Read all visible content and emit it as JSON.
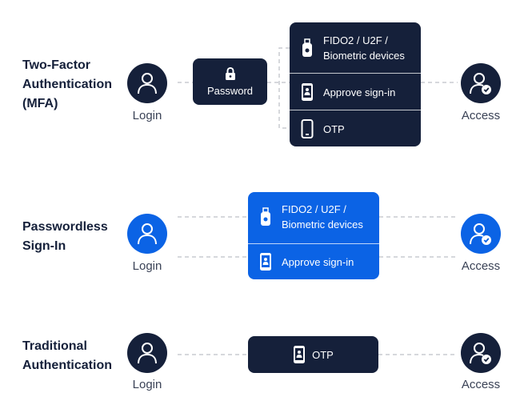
{
  "rows": [
    {
      "title": "Two-Factor\nAuthentication\n(MFA)",
      "login_label": "Login",
      "access_label": "Access",
      "password_box": {
        "label": "Password",
        "icon": "lock-icon"
      },
      "methods": [
        {
          "label": "FIDO2 / U2F /\nBiometric devices",
          "icon": "usb-key-icon"
        },
        {
          "label": "Approve sign-in",
          "icon": "phone-approve-icon"
        },
        {
          "label": "OTP",
          "icon": "smartphone-icon"
        }
      ]
    },
    {
      "title": "Passwordless\nSign-In",
      "login_label": "Login",
      "access_label": "Access",
      "methods": [
        {
          "label": "FIDO2 / U2F /\nBiometric devices",
          "icon": "usb-key-icon"
        },
        {
          "label": "Approve sign-in",
          "icon": "phone-approve-icon"
        }
      ]
    },
    {
      "title": "Traditional\nAuthentication",
      "login_label": "Login",
      "access_label": "Access",
      "methods": [
        {
          "label": "OTP",
          "icon": "phone-approve-icon"
        }
      ]
    }
  ],
  "colors": {
    "dark": "#15203a",
    "blue": "#0b63e5",
    "connector": "#c9ccd1"
  }
}
